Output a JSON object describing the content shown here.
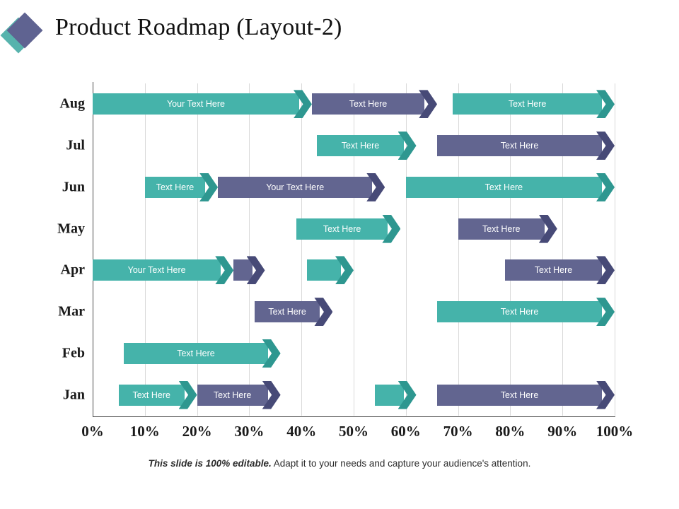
{
  "slide": {
    "title": "Product Roadmap (Layout-2)",
    "logo": {
      "back_diamond_color": "#57b3ad",
      "front_diamond_color": "#5f6391"
    },
    "footer": {
      "emphasis": "This slide is 100% editable.",
      "rest": " Adapt it to your needs and capture your audience's attention."
    }
  },
  "colors": {
    "teal": "#45b3aa",
    "teal_dark": "#2e9790",
    "purple": "#626590",
    "purple_dark": "#474a77",
    "grid": "#d9d9d9",
    "axis": "#4a4a4a",
    "text": "#1a1a1a"
  },
  "chart_data": {
    "type": "bar",
    "title": "Product Roadmap (Layout-2)",
    "xlabel": "",
    "ylabel": "",
    "xlim": [
      0,
      100
    ],
    "grid": true,
    "legend": "none",
    "x_ticks": [
      "0%",
      "10%",
      "20%",
      "30%",
      "40%",
      "50%",
      "60%",
      "70%",
      "80%",
      "90%",
      "100%"
    ],
    "x_tick_values": [
      0,
      10,
      20,
      30,
      40,
      50,
      60,
      70,
      80,
      90,
      100
    ],
    "categories": [
      "Aug",
      "Jul",
      "Jun",
      "May",
      "Apr",
      "Mar",
      "Feb",
      "Jan"
    ],
    "rows": [
      {
        "category": "Aug",
        "bars": [
          {
            "label": "Your Text Here",
            "start": 0,
            "end": 42,
            "color": "teal"
          },
          {
            "label": "Text Here",
            "start": 42,
            "end": 66,
            "color": "purple"
          },
          {
            "label": "Text Here",
            "start": 69,
            "end": 100,
            "color": "teal"
          }
        ]
      },
      {
        "category": "Jul",
        "bars": [
          {
            "label": "Text Here",
            "start": 43,
            "end": 62,
            "color": "teal"
          },
          {
            "label": "Text Here",
            "start": 66,
            "end": 100,
            "color": "purple"
          }
        ]
      },
      {
        "category": "Jun",
        "bars": [
          {
            "label": "Text Here",
            "start": 10,
            "end": 24,
            "color": "teal"
          },
          {
            "label": "Your Text Here",
            "start": 24,
            "end": 56,
            "color": "purple"
          },
          {
            "label": "Text Here",
            "start": 60,
            "end": 100,
            "color": "teal"
          }
        ]
      },
      {
        "category": "May",
        "bars": [
          {
            "label": "Text Here",
            "start": 39,
            "end": 59,
            "color": "teal"
          },
          {
            "label": "Text Here",
            "start": 70,
            "end": 89,
            "color": "purple"
          }
        ]
      },
      {
        "category": "Apr",
        "bars": [
          {
            "label": "Your Text Here",
            "start": 0,
            "end": 27,
            "color": "teal"
          },
          {
            "label": "",
            "start": 27,
            "end": 33,
            "color": "purple"
          },
          {
            "label": "",
            "start": 41,
            "end": 50,
            "color": "teal"
          },
          {
            "label": "Text Here",
            "start": 79,
            "end": 100,
            "color": "purple"
          }
        ]
      },
      {
        "category": "Mar",
        "bars": [
          {
            "label": "Text Here",
            "start": 31,
            "end": 46,
            "color": "purple"
          },
          {
            "label": "Text Here",
            "start": 66,
            "end": 100,
            "color": "teal"
          }
        ]
      },
      {
        "category": "Feb",
        "bars": [
          {
            "label": "Text Here",
            "start": 6,
            "end": 36,
            "color": "teal"
          }
        ]
      },
      {
        "category": "Jan",
        "bars": [
          {
            "label": "Text Here",
            "start": 5,
            "end": 20,
            "color": "teal"
          },
          {
            "label": "Text Here",
            "start": 20,
            "end": 36,
            "color": "purple"
          },
          {
            "label": "",
            "start": 54,
            "end": 62,
            "color": "teal"
          },
          {
            "label": "Text Here",
            "start": 66,
            "end": 100,
            "color": "purple"
          }
        ]
      }
    ]
  }
}
